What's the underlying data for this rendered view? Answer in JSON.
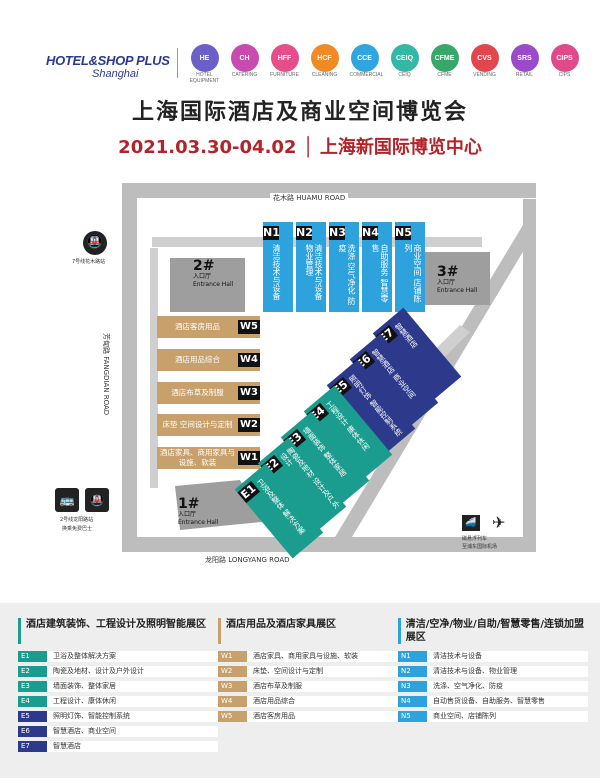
{
  "header": {
    "logo_main": "HOTEL&SHOP PLUS",
    "logo_sub": "Shanghai",
    "badges": [
      {
        "code": "HE",
        "caption": "HOTEL EQUIPMENT",
        "color": "#6c5fc7"
      },
      {
        "code": "CH",
        "caption": "CATERING",
        "color": "#c84bb0"
      },
      {
        "code": "HFF",
        "caption": "FURNITURE",
        "color": "#e64d8b"
      },
      {
        "code": "HCF",
        "caption": "CLEANING",
        "color": "#f08a24"
      },
      {
        "code": "CCE",
        "caption": "COMMERCIAL",
        "color": "#2fa6e0"
      },
      {
        "code": "CEIQ",
        "caption": "CEIQ",
        "color": "#33b8a6"
      },
      {
        "code": "CFME",
        "caption": "CFME",
        "color": "#37a86a"
      },
      {
        "code": "CVS",
        "caption": "VENDING",
        "color": "#e2474e"
      },
      {
        "code": "SRS",
        "caption": "RETAIL",
        "color": "#9a4bc9"
      },
      {
        "code": "CIPS",
        "caption": "CIPS",
        "color": "#e04a8a"
      }
    ],
    "title": "上海国际酒店及商业空间博览会",
    "subtitle": "2021.03.30-04.02 │ 上海新国际博览中心"
  },
  "map": {
    "roads": {
      "huamu": "花木路  HUAMU ROAD",
      "fangdian": "芳甸路  FANGDIAN ROAD",
      "longyang": "龙阳路  LONGYANG ROAD"
    },
    "metro_top": "7号线花木路站",
    "metro_left": "2号线龙阳路站",
    "bus_left": "换乘免费巴士",
    "maglev": "磁悬浮列车",
    "maglev_sub": "至浦东国际机场",
    "entrances": [
      {
        "num": "2#",
        "label": "入口厅",
        "label_en": "Entrance Hall"
      },
      {
        "num": "3#",
        "label": "入口厅",
        "label_en": "Entrance Hall"
      },
      {
        "num": "1#",
        "label": "入口厅",
        "label_en": "Entrance Hall"
      }
    ],
    "halls_n": [
      {
        "code": "N1",
        "text": "清洁技术与设备"
      },
      {
        "code": "N2",
        "text": "清洁技术与设备 物业管理"
      },
      {
        "code": "N3",
        "text": "洗涤 空气净化 防疫"
      },
      {
        "code": "N4",
        "text": "自助服务 智慧零售"
      },
      {
        "code": "N5",
        "text": "商业空间 店铺陈列"
      }
    ],
    "halls_w": [
      {
        "code": "W5",
        "text": "酒店客房用品"
      },
      {
        "code": "W4",
        "text": "酒店用品综合"
      },
      {
        "code": "W3",
        "text": "酒店布草及制服"
      },
      {
        "code": "W2",
        "text": "床垫 空间设计与定制"
      },
      {
        "code": "W1",
        "text": "酒店家具、商用家具与设施、软装"
      }
    ],
    "halls_e": [
      {
        "code": "E7",
        "text": "智慧酒店",
        "color": "#2d3a8c"
      },
      {
        "code": "E6",
        "text": "智慧酒店 商业空间",
        "color": "#2d3a8c"
      },
      {
        "code": "E5",
        "text": "照明灯饰 智能控制系统",
        "color": "#2d3a8c"
      },
      {
        "code": "E4",
        "text": "工程设计 康体休闲",
        "color": "#1a9c8e"
      },
      {
        "code": "E3",
        "text": "墙面装饰 整体家居",
        "color": "#1a9c8e"
      },
      {
        "code": "E2",
        "text": "陶瓷及地材 设计及户外设计",
        "color": "#1a9c8e"
      },
      {
        "code": "E1",
        "text": "卫浴及整体 解决方案",
        "color": "#1a9c8e"
      }
    ]
  },
  "legend": {
    "col1": {
      "heading": "酒店建筑装饰、工程设计及照明智能展区",
      "bar_color": "#1a9c8e",
      "rows": [
        {
          "code": "E1",
          "text": "卫浴及整体解决方案",
          "color": "#1a9c8e"
        },
        {
          "code": "E2",
          "text": "陶瓷及地材、设计及户外设计",
          "color": "#1a9c8e"
        },
        {
          "code": "E3",
          "text": "墙面装饰、整体家居",
          "color": "#1a9c8e"
        },
        {
          "code": "E4",
          "text": "工程设计、康体休闲",
          "color": "#1a9c8e"
        },
        {
          "code": "E5",
          "text": "照明灯饰、智能控制系统",
          "color": "#2d3a8c"
        },
        {
          "code": "E6",
          "text": "智慧酒店、商业空间",
          "color": "#2d3a8c"
        },
        {
          "code": "E7",
          "text": "智慧酒店",
          "color": "#2d3a8c"
        }
      ]
    },
    "col2": {
      "heading": "酒店用品及酒店家具展区",
      "bar_color": "#c8a06c",
      "rows": [
        {
          "code": "W1",
          "text": "酒店家具、商用家具与设施、软装",
          "color": "#c8a06c"
        },
        {
          "code": "W2",
          "text": "床垫、空间设计与定制",
          "color": "#c8a06c"
        },
        {
          "code": "W3",
          "text": "酒店布草及制服",
          "color": "#c8a06c"
        },
        {
          "code": "W4",
          "text": "酒店用品综合",
          "color": "#c8a06c"
        },
        {
          "code": "W5",
          "text": "酒店客房用品",
          "color": "#c8a06c"
        }
      ]
    },
    "col3": {
      "heading": "清洁/空净/物业/自助/智慧零售/连锁加盟展区",
      "bar_color": "#2ea2dc",
      "rows": [
        {
          "code": "N1",
          "text": "清洁技术与设备",
          "color": "#2ea2dc"
        },
        {
          "code": "N2",
          "text": "清洁技术与设备、物业管理",
          "color": "#2ea2dc"
        },
        {
          "code": "N3",
          "text": "洗涤、空气净化、防疫",
          "color": "#2ea2dc"
        },
        {
          "code": "N4",
          "text": "自动售货设备、自助服务、智慧零售",
          "color": "#2ea2dc"
        },
        {
          "code": "N5",
          "text": "商业空间、店铺陈列",
          "color": "#2ea2dc"
        }
      ]
    }
  }
}
